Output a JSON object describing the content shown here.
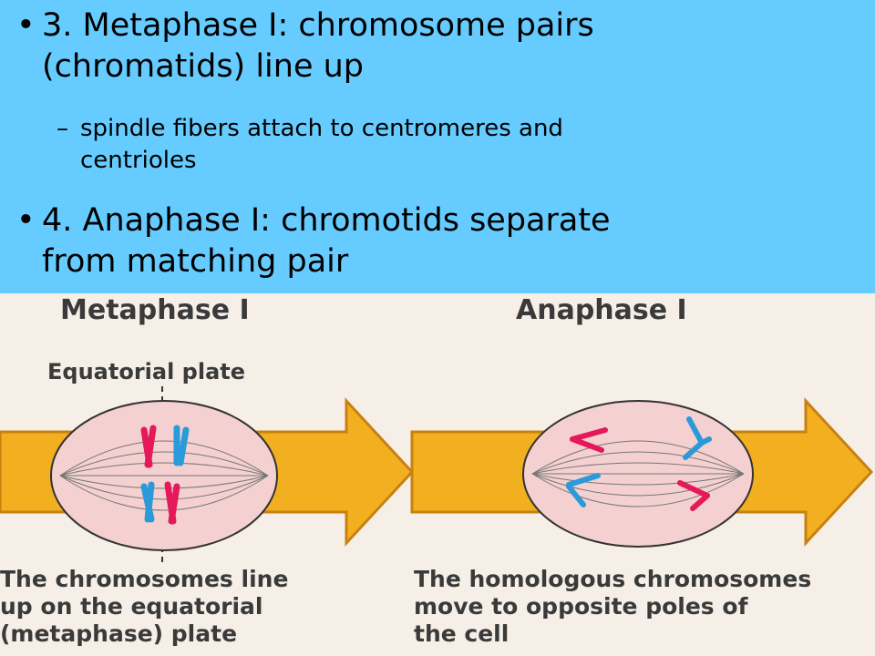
{
  "colors": {
    "background": "#66ccff",
    "figure_background": "#f6efe7",
    "arrow": "#f2b020",
    "cell_fill": "#f4d0d0",
    "chromosome_red": "#e4185a",
    "chromosome_blue": "#2a9ad8"
  },
  "bullets": [
    {
      "marker": "•",
      "text": "3.  Metaphase I:  chromosome pairs\n(chromatids) line up"
    },
    {
      "marker": "•",
      "text": "4.  Anaphase I:  chromotids separate\nfrom matching pair"
    }
  ],
  "sub_bullets": [
    {
      "marker": "–",
      "text": "spindle fibers attach to centromeres and\ncentrioles"
    }
  ],
  "figure": {
    "metaphase_title": "Metaphase I",
    "anaphase_title": "Anaphase I",
    "equatorial_label": "Equatorial plate",
    "metaphase_caption": [
      "The chromosomes line",
      "up on the equatorial",
      "(metaphase) plate"
    ],
    "anaphase_caption": [
      "The homologous chromosomes",
      "move to opposite poles of",
      "the cell"
    ]
  }
}
